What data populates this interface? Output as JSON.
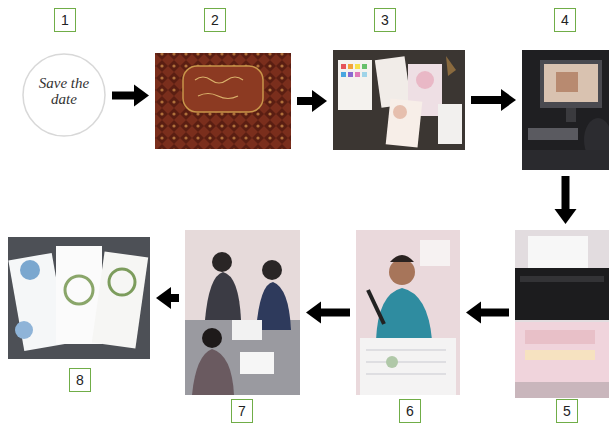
{
  "diagram": {
    "nodes": [
      {
        "text": [
          "1"
        ]
      },
      {
        "text": [
          "2"
        ]
      },
      {
        "text": [
          "3"
        ]
      },
      {
        "text": [
          "4"
        ]
      },
      {
        "text": [
          "5"
        ]
      },
      {
        "text": [
          "6"
        ]
      },
      {
        "text": [
          "7"
        ]
      },
      {
        "text": [
          "8"
        ]
      }
    ],
    "edges": [
      {
        "from": 0,
        "to": 1,
        "arrow": "to"
      },
      {
        "from": 1,
        "to": 2,
        "arrow": "to"
      },
      {
        "from": 2,
        "to": 3,
        "arrow": "to"
      },
      {
        "from": 3,
        "to": 4,
        "arrow": "to"
      },
      {
        "from": 4,
        "to": 5,
        "arrow": "to"
      },
      {
        "from": 5,
        "to": 6,
        "arrow": "to"
      },
      {
        "from": 6,
        "to": 7,
        "arrow": "to"
      }
    ],
    "labels": [
      "Save the date"
    ]
  }
}
